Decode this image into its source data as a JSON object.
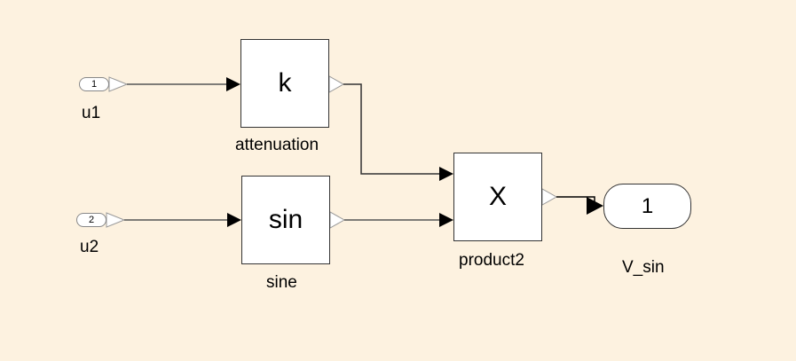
{
  "diagram": {
    "background_color": "#fdf2e0",
    "inports": [
      {
        "number": "1",
        "name": "u1"
      },
      {
        "number": "2",
        "name": "u2"
      }
    ],
    "blocks": [
      {
        "symbol": "k",
        "name": "attenuation"
      },
      {
        "symbol": "sin",
        "name": "sine"
      },
      {
        "symbol": "X",
        "name": "product2"
      }
    ],
    "outport": {
      "number": "1",
      "name": "V_sin"
    },
    "connections": [
      {
        "from": "u1",
        "to": "attenuation"
      },
      {
        "from": "u2",
        "to": "sine"
      },
      {
        "from": "attenuation",
        "to": "product2.in1"
      },
      {
        "from": "sine",
        "to": "product2.in2"
      },
      {
        "from": "product2",
        "to": "V_sin"
      }
    ]
  }
}
